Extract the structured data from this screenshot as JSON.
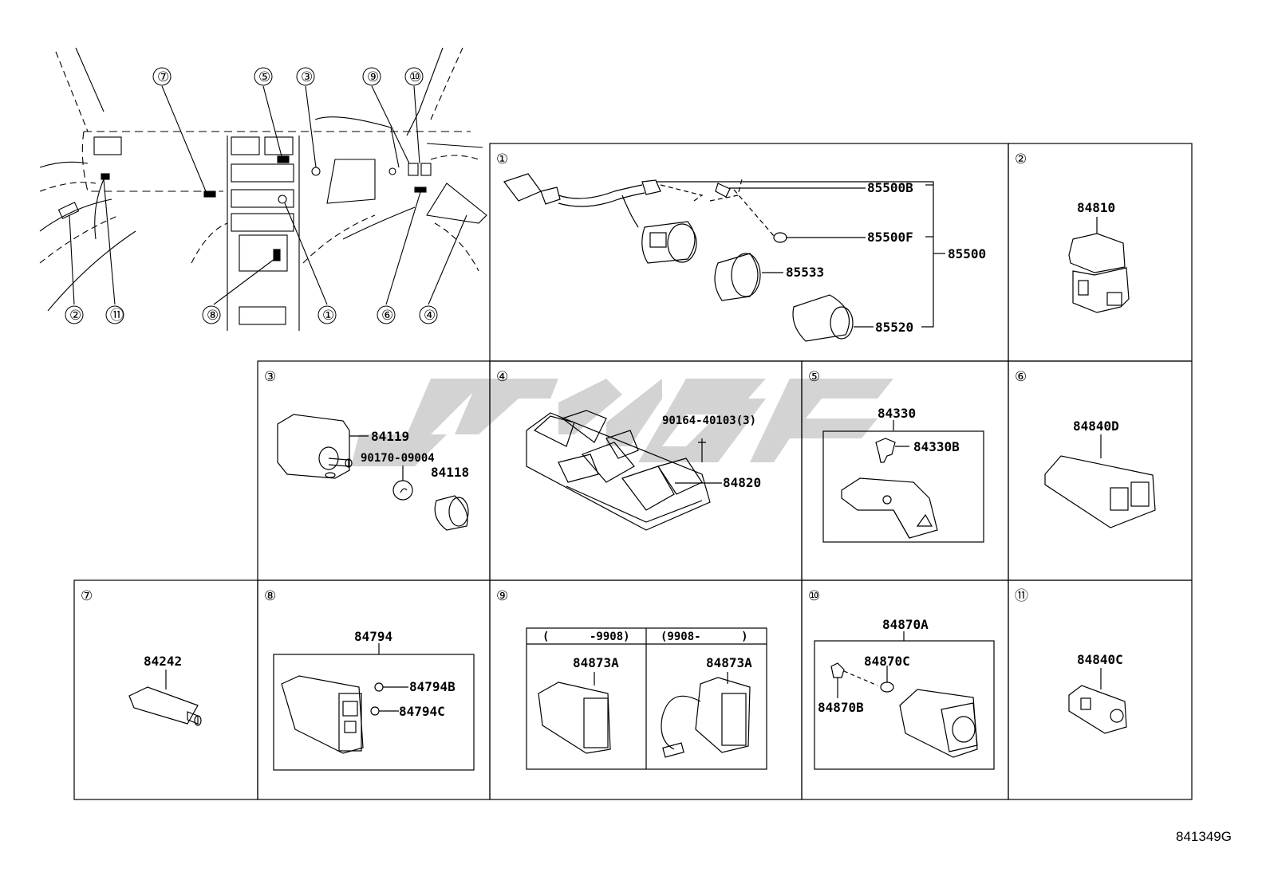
{
  "callouts": {
    "c1": "①",
    "c2": "②",
    "c3": "③",
    "c4": "④",
    "c5": "⑤",
    "c6": "⑥",
    "c7": "⑦",
    "c8": "⑧",
    "c9": "⑨",
    "c10": "⑩",
    "c11": "⑪"
  },
  "panel1": {
    "number": "①",
    "parts": [
      "85500B",
      "85500F",
      "85500",
      "85533",
      "85520"
    ]
  },
  "panel2": {
    "number": "②",
    "parts": [
      "84810"
    ]
  },
  "panel3": {
    "number": "③",
    "parts": [
      "84119",
      "90170-09004",
      "84118"
    ]
  },
  "panel4": {
    "number": "④",
    "parts": [
      "90164-40103(3)",
      "84820"
    ]
  },
  "panel5": {
    "number": "⑤",
    "parts": [
      "84330",
      "84330B"
    ]
  },
  "panel6": {
    "number": "⑥",
    "parts": [
      "84840D"
    ]
  },
  "panel7": {
    "number": "⑦",
    "parts": [
      "84242"
    ]
  },
  "panel8": {
    "number": "⑧",
    "parts": [
      "84794",
      "84794B",
      "84794C"
    ]
  },
  "panel9": {
    "number": "⑨",
    "variants": [
      {
        "header": "(      -9908)",
        "part": "84873A"
      },
      {
        "header": "(9908-      )",
        "part": "84873A"
      }
    ]
  },
  "panel10": {
    "number": "⑩",
    "parts": [
      "84870A",
      "84870C",
      "84870B"
    ]
  },
  "panel11": {
    "number": "⑪",
    "parts": [
      "84840C"
    ]
  },
  "diagram_code": "841349G",
  "colors": {
    "line": "#000000",
    "watermark": "#cccccc",
    "background": "#ffffff"
  }
}
